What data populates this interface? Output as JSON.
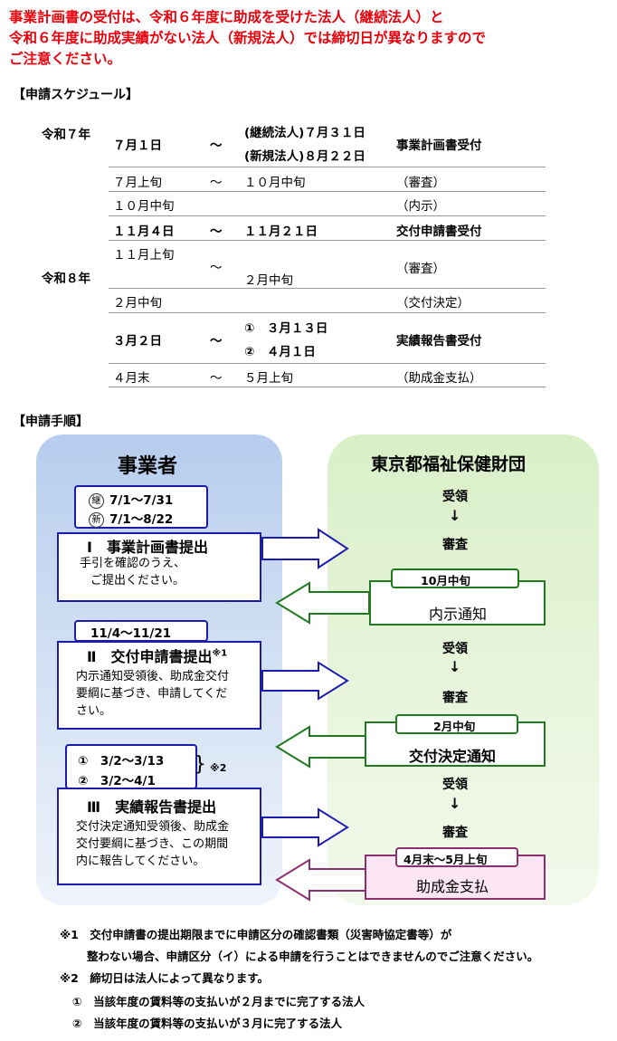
{
  "notice": {
    "line1": "事業計画書の受付は、令和６年度に助成を受けた法人（継続法人）と",
    "line2": "令和６年度に助成実績がない法人（新規法人）では締切日が異なりますので",
    "line3": "ご注意ください。"
  },
  "schedule": {
    "heading": "【申請スケジュール】",
    "year1": "令和７年",
    "year2": "令和８年",
    "rows": [
      {
        "c1": "７月１日",
        "c2": "～",
        "c3a": "(継続法人)７月３１日",
        "c3b": "(新規法人)８月２２日",
        "c4": "事業計画書受付"
      },
      {
        "c1": "７月上旬",
        "c2": "～",
        "c3": "１０月中旬",
        "c4": "（審査）"
      },
      {
        "c1": "１０月中旬",
        "c2": "",
        "c3": "",
        "c4": "（内示）"
      },
      {
        "c1": "１１月４日",
        "c2": "～",
        "c3": "１１月２１日",
        "c4": "交付申請書受付"
      },
      {
        "c1": "１１月上旬",
        "c2": "～",
        "c3": "２月中旬",
        "c4": "（審査）"
      },
      {
        "c1": "２月中旬",
        "c2": "",
        "c3": "",
        "c4": "（交付決定）"
      },
      {
        "c1": "３月２日",
        "c2": "～",
        "c3a": "①　３月１３日",
        "c3b": "②　４月１日",
        "c4": "実績報告書受付"
      },
      {
        "c1": "４月末",
        "c2": "～",
        "c3": "５月上旬",
        "c4": "（助成金支払）"
      }
    ]
  },
  "procedure": {
    "heading": "【申請手順】",
    "left_title": "事業者",
    "right_title": "東京都福祉保健財団",
    "step1": {
      "mark_a": "継",
      "date_a": "7/1～7/31",
      "mark_b": "新",
      "date_b": "7/1～8/22",
      "title": "Ⅰ　事業計画書提出",
      "desc1": "手引を確認のうえ、",
      "desc2": "ご提出ください。"
    },
    "step2": {
      "date": "11/4～11/21",
      "title": "Ⅱ　交付申請書提出",
      "sup": "※1",
      "desc1": "内示通知受領後、助成金交付",
      "desc2": "要綱に基づき、申請してくだ",
      "desc3": "さい。"
    },
    "step3": {
      "date_a": "①　3/2～3/13",
      "date_b": "②　3/2～4/1",
      "note": "※2",
      "title": "Ⅲ　実績報告書提出",
      "desc1": "交付決定通知受領後、助成金",
      "desc2": "交付要綱に基づき、この期間",
      "desc3": "内に報告してください。"
    },
    "right": {
      "receive": "受領",
      "arrow": "↓",
      "review": "審査",
      "box1_date": "10月中旬",
      "box1_label": "内示通知",
      "box2_date": "2月中旬",
      "box2_label": "交付決定通知",
      "box3_date": "4月末～5月上旬",
      "box3_label": "助成金支払"
    }
  },
  "notes": {
    "n1_mark": "※1",
    "n1_line1": "交付申請書の提出期限までに申請区分の確認書類（災害時協定書等）が",
    "n1_line2": "整わない場合、申請区分（イ）による申請を行うことはできませんのでご注意ください。",
    "n2_mark": "※2",
    "n2_line1": "締切日は法人によって異なります。",
    "n2_item1": "①　当該年度の賃料等の支払いが２月までに完了する法人",
    "n2_item2": "②　当該年度の賃料等の支払いが３月に完了する法人"
  },
  "colors": {
    "notice": "#e8000b",
    "blue_border": "#1b1bb0",
    "green_border": "#1f7a1f",
    "purple_border": "#8c2f6e",
    "left_panel": "#c9daf2",
    "right_panel": "#e3f3d6"
  }
}
